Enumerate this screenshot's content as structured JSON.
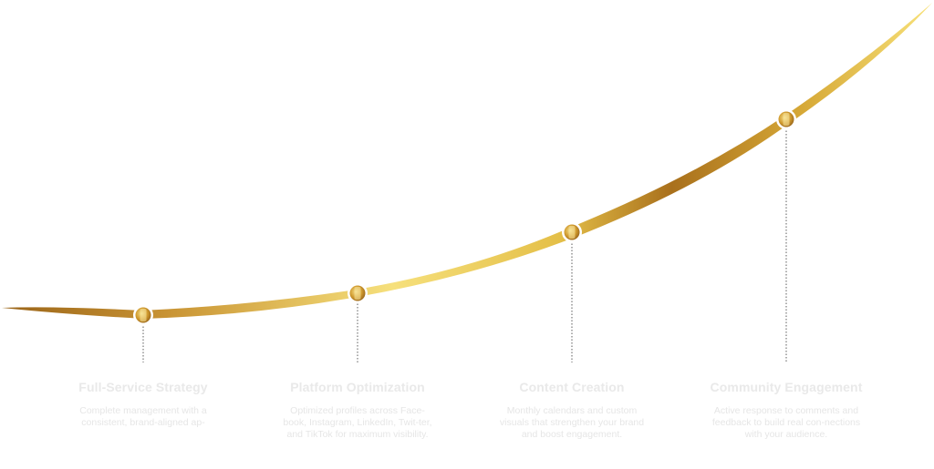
{
  "colors": {
    "gold_light": "#f7e27a",
    "gold_mid": "#d9a92c",
    "gold_dark": "#a9701c",
    "background": "#ffffff",
    "text": "#e6e6e6"
  },
  "steps": [
    {
      "title": "Full-Service Strategy",
      "description": "Complete management with a consistent, brand-aligned ap-"
    },
    {
      "title": "Platform Optimization",
      "description": "Optimized profiles across Face-book, Instagram, LinkedIn, Twit-ter, and TikTok for maximum visibility."
    },
    {
      "title": "Content Creation",
      "description": "Monthly calendars and custom visuals that strengthen your brand and boost engagement."
    },
    {
      "title": "Community Engagement",
      "description": "Active response to comments and feedback to build real con-nections with your audience."
    }
  ]
}
